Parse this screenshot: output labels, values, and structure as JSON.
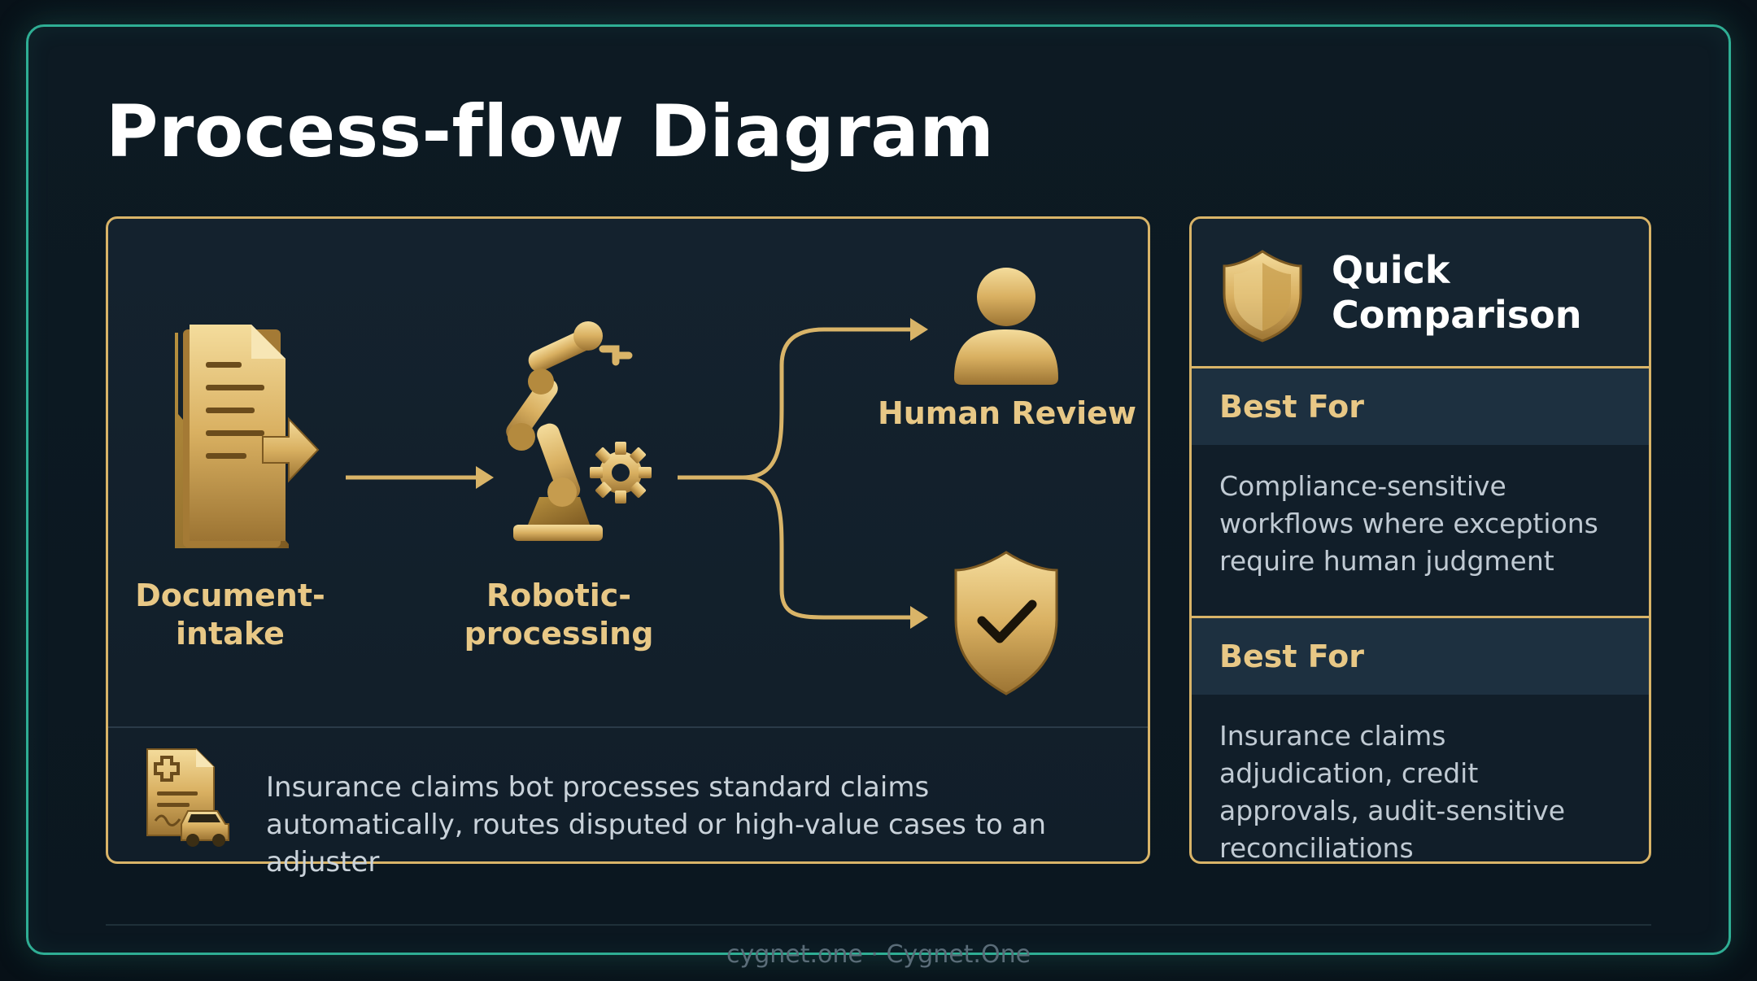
{
  "title": "Process-flow Diagram",
  "flow": {
    "steps": [
      {
        "line1": "Document-",
        "line2": "intake",
        "icon": "document-arrow-icon"
      },
      {
        "line1": "Robotic-",
        "line2": "processing",
        "icon": "robot-arm-gear-icon"
      }
    ],
    "branches": [
      {
        "label": "Human Review",
        "icon": "person-icon"
      },
      {
        "label": "",
        "icon": "shield-check-icon"
      }
    ],
    "example_text": "Insurance claims bot processes standard claims automatically, routes disputed or high-value cases to an adjuster",
    "example_icon": "claim-document-car-icon"
  },
  "comparison": {
    "title_line1": "Quick",
    "title_line2": "Comparison",
    "icon": "shield-icon",
    "sections": [
      {
        "heading": "Best For",
        "body": "Compliance-sensitive workflows where exceptions require human judgment"
      },
      {
        "heading": "Best For",
        "body": "Insurance claims adjudication, credit approvals, audit-sensitive reconciliations"
      }
    ]
  },
  "footer": "cygnet.one · Cygnet.One",
  "colors": {
    "accent_gold": "#d9b468",
    "label_gold": "#e8c886",
    "frame_teal": "#2fae94",
    "background": "#0b1720"
  }
}
